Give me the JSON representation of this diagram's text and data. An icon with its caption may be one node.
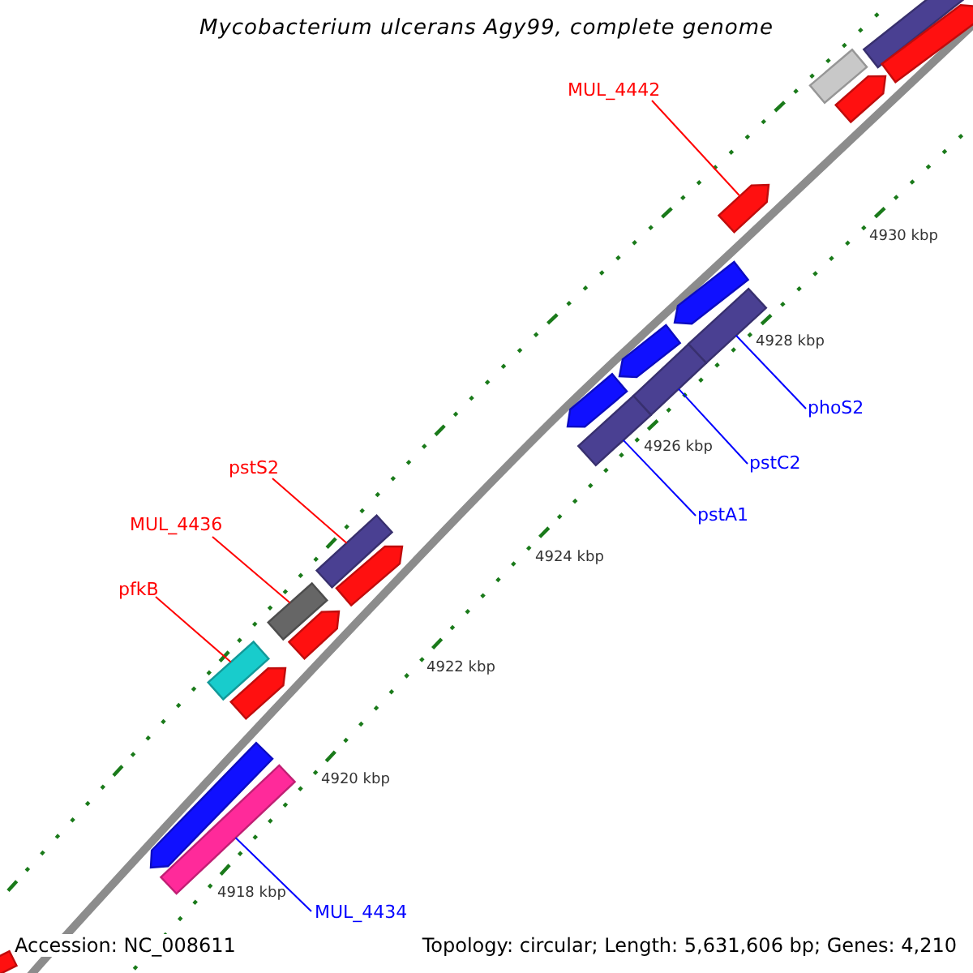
{
  "diagram": {
    "title": "Mycobacterium ulcerans Agy99, complete genome",
    "nodes": [
      {
        "text": [
          "MUL_4442"
        ]
      },
      {
        "text": [],
        "shape": "bar"
      },
      {
        "text": [
          "phoS2"
        ]
      },
      {
        "text": [],
        "shape": "bar"
      },
      {
        "text": [
          "pstC2"
        ]
      },
      {
        "text": [],
        "shape": "bar"
      },
      {
        "text": [
          "pstS2"
        ]
      },
      {
        "text": [],
        "shape": "bar"
      },
      {
        "text": [
          "pstA1"
        ]
      },
      {
        "text": [],
        "shape": "bar"
      },
      {
        "text": [
          "MUL_4436"
        ]
      },
      {
        "text": [],
        "shape": "bar"
      },
      {
        "text": [
          "pfkB"
        ]
      },
      {
        "text": [],
        "shape": "bar"
      },
      {
        "text": [
          "MUL_4434"
        ]
      },
      {
        "text": [],
        "shape": "bar"
      },
      {
        "text": [],
        "shape": "bar"
      },
      {
        "text": [],
        "shape": "bar"
      },
      {
        "text": [],
        "shape": "bar"
      },
      {
        "text": [],
        "shape": "bar"
      },
      {
        "text": [],
        "shape": "bar"
      },
      {
        "text": [],
        "shape": "bar"
      },
      {
        "text": [],
        "shape": "bar"
      },
      {
        "text": [],
        "shape": "bar"
      },
      {
        "text": [],
        "shape": "bar"
      },
      {
        "text": [],
        "shape": "bar"
      },
      {
        "text": [],
        "shape": "bar"
      },
      {
        "text": [],
        "shape": "bar"
      }
    ],
    "edges": [
      {
        "from": 0,
        "to": 1,
        "arrow": "none",
        "color": "#ff0000"
      },
      {
        "from": 2,
        "to": 3,
        "arrow": "none",
        "color": "#0000ff"
      },
      {
        "from": 4,
        "to": 5,
        "arrow": "none",
        "color": "#0000ff"
      },
      {
        "from": 6,
        "to": 7,
        "arrow": "none",
        "color": "#ff0000"
      },
      {
        "from": 8,
        "to": 9,
        "arrow": "none",
        "color": "#0000ff"
      },
      {
        "from": 10,
        "to": 11,
        "arrow": "none",
        "color": "#ff0000"
      },
      {
        "from": 12,
        "to": 13,
        "arrow": "none",
        "color": "#ff0000"
      },
      {
        "from": 14,
        "to": 15,
        "arrow": "none",
        "color": "#0000ff"
      }
    ],
    "labels": [
      "4930 kbp",
      "4928 kbp",
      "4926 kbp",
      "4924 kbp",
      "4922 kbp",
      "4920 kbp",
      "4918 kbp",
      "Accession: NC_008611",
      "Topology: circular; Length: 5,631,606 bp; Genes: 4,210"
    ]
  }
}
